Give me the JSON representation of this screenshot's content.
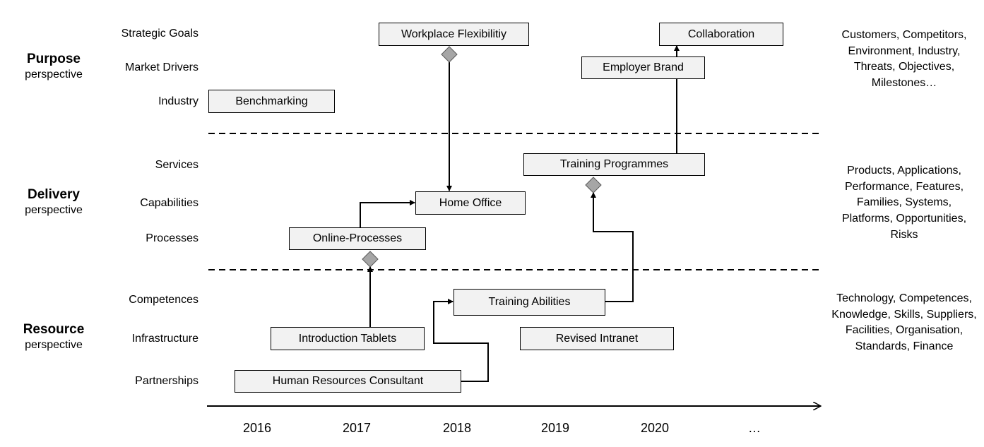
{
  "perspectives": [
    {
      "title": "Purpose",
      "subtitle": "perspective"
    },
    {
      "title": "Delivery",
      "subtitle": "perspective"
    },
    {
      "title": "Resource",
      "subtitle": "perspective"
    }
  ],
  "rows": [
    "Strategic Goals",
    "Market Drivers",
    "Industry",
    "Services",
    "Capabilities",
    "Processes",
    "Competences",
    "Infrastructure",
    "Partnerships"
  ],
  "items": {
    "workplace": "Workplace Flexibilitiy",
    "collaboration": "Collaboration",
    "employer_brand": "Employer Brand",
    "benchmarking": "Benchmarking",
    "training_programmes": "Training Programmes",
    "home_office": "Home Office",
    "online_processes": "Online-Processes",
    "training_abilities": "Training Abilities",
    "introduction_tablets": "Introduction Tablets",
    "revised_intranet": "Revised Intranet",
    "hr_consultant": "Human  Resources Consultant"
  },
  "side_notes": [
    "Customers, Competitors, Environment, Industry, Threats, Objectives, Milestones…",
    "Products, Applications, Performance, Features, Families, Systems, Platforms, Opportunities, Risks",
    "Technology, Competences, Knowledge, Skills, Suppliers, Facilities, Organisation, Standards, Finance"
  ],
  "years": [
    "2016",
    "2017",
    "2018",
    "2019",
    "2020",
    "…"
  ]
}
